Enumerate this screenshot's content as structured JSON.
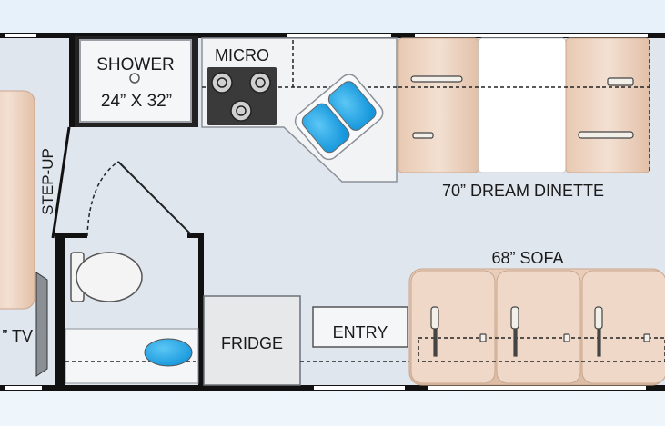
{
  "labels": {
    "shower": "SHOWER",
    "shower_size": "24” X 32”",
    "micro": "MICRO",
    "step_up": "STEP-UP",
    "dinette": "70” DREAM DINETTE",
    "sofa": "68” SOFA",
    "tv": "” TV",
    "fridge": "FRIDGE",
    "entry": "ENTRY"
  },
  "colors": {
    "floor": "#dfe6ee",
    "wall": "#111111",
    "cushion": "#efd8c8",
    "cushion_shade": "#d9b8a0",
    "sink_blue": "#2aa7e6",
    "appliance_gray": "#e4e4e4"
  }
}
